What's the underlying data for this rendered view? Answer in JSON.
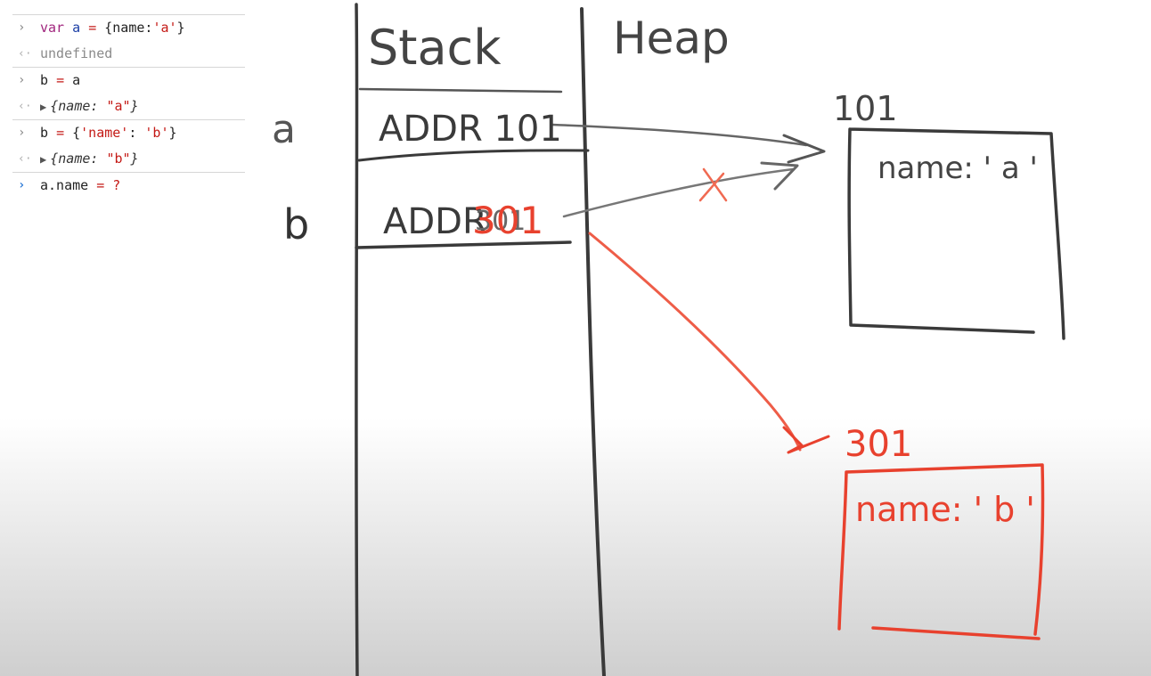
{
  "console": {
    "lines": [
      {
        "kind": "input",
        "tokens": [
          {
            "t": "var",
            "c": "kw"
          },
          {
            "t": " ",
            "c": ""
          },
          {
            "t": "a",
            "c": "var"
          },
          {
            "t": " ",
            "c": ""
          },
          {
            "t": "=",
            "c": "str"
          },
          {
            "t": " {name:",
            "c": ""
          },
          {
            "t": "'a'",
            "c": "str"
          },
          {
            "t": "}",
            "c": ""
          }
        ]
      },
      {
        "kind": "result",
        "tokens": [
          {
            "t": "undefined",
            "c": "dim"
          }
        ]
      },
      {
        "kind": "input",
        "tokens": [
          {
            "t": "b ",
            "c": ""
          },
          {
            "t": "=",
            "c": "str"
          },
          {
            "t": " a",
            "c": ""
          }
        ]
      },
      {
        "kind": "result-obj",
        "tokens": [
          {
            "t": "{name: ",
            "c": "obj"
          },
          {
            "t": "\"a\"",
            "c": "str"
          },
          {
            "t": "}",
            "c": "obj"
          }
        ]
      },
      {
        "kind": "input",
        "tokens": [
          {
            "t": "b ",
            "c": ""
          },
          {
            "t": "=",
            "c": "str"
          },
          {
            "t": " {",
            "c": ""
          },
          {
            "t": "'name'",
            "c": "str"
          },
          {
            "t": ": ",
            "c": ""
          },
          {
            "t": "'b'",
            "c": "str"
          },
          {
            "t": "}",
            "c": ""
          }
        ]
      },
      {
        "kind": "result-obj",
        "tokens": [
          {
            "t": "{name: ",
            "c": "obj"
          },
          {
            "t": "\"b\"",
            "c": "str"
          },
          {
            "t": "}",
            "c": "obj"
          }
        ]
      },
      {
        "kind": "active",
        "tokens": [
          {
            "t": "a.name ",
            "c": ""
          },
          {
            "t": "=",
            "c": "str"
          },
          {
            "t": " ",
            "c": ""
          },
          {
            "t": "?",
            "c": "str"
          }
        ]
      }
    ],
    "prompt_input": "›",
    "prompt_result": "‹·",
    "expand_triangle": "▶"
  },
  "board": {
    "stack_label": "Stack",
    "heap_label": "Heap",
    "var_a": "a",
    "var_b": "b",
    "cell_a": "ADDR 101",
    "cell_b_prefix": "ADDR",
    "cell_b_old": "301",
    "cell_b_new": "301",
    "heap_addr_1": "101",
    "heap_obj_1": "name: ' a '",
    "heap_addr_2": "301",
    "heap_obj_2": "name: ' b '",
    "cross_mark": "X"
  },
  "colors": {
    "ink": "#3a3a3a",
    "red_ink": "#e8412e"
  }
}
